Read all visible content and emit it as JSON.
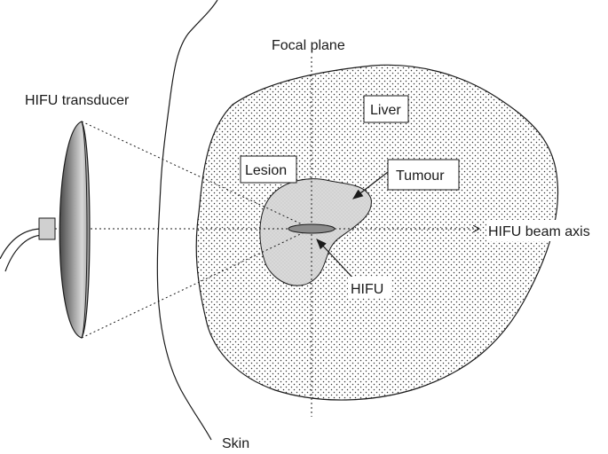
{
  "labels": {
    "focal_plane": "Focal plane",
    "transducer": "HIFU transducer",
    "liver": "Liver",
    "lesion": "Lesion",
    "tumour": "Tumour",
    "beam_axis": "HIFU beam axis",
    "hifu": "HIFU",
    "skin": "Skin"
  },
  "colors": {
    "line": "#1a1a1a",
    "liver_dots": "#333333",
    "tumour_fill": "#d9d9d9",
    "focus_fill": "#8c8c8c",
    "transducer_dark": "#5a5a5a",
    "transducer_light": "#cfcfcf"
  }
}
